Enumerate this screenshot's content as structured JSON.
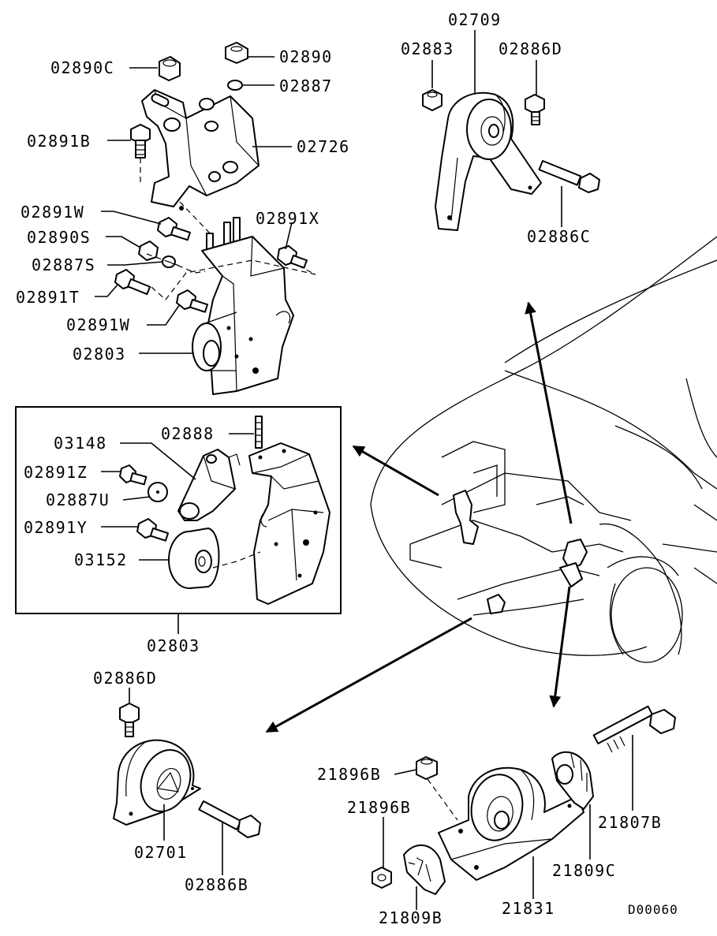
{
  "diagram": {
    "reference_code": "D00060",
    "callouts": {
      "c02890C": "02890C",
      "c02890": "02890",
      "c02887": "02887",
      "c02891B": "02891B",
      "c02726": "02726",
      "c02891W_a": "02891W",
      "c02891X": "02891X",
      "c02890S": "02890S",
      "c02887S": "02887S",
      "c02891T": "02891T",
      "c02891W_b": "02891W",
      "c02803_top": "02803",
      "c02709": "02709",
      "c02883": "02883",
      "c02886D_top": "02886D",
      "c02886C": "02886C",
      "c03148": "03148",
      "c02888": "02888",
      "c02891Z": "02891Z",
      "c02887U": "02887U",
      "c02891Y": "02891Y",
      "c03152": "03152",
      "c02803_box": "02803",
      "c02886D_bot": "02886D",
      "c02701": "02701",
      "c02886B": "02886B",
      "c21896B_a": "21896B",
      "c21896B_b": "21896B",
      "c21807B": "21807B",
      "c21809C": "21809C",
      "c21809B": "21809B",
      "c21831": "21831"
    }
  }
}
